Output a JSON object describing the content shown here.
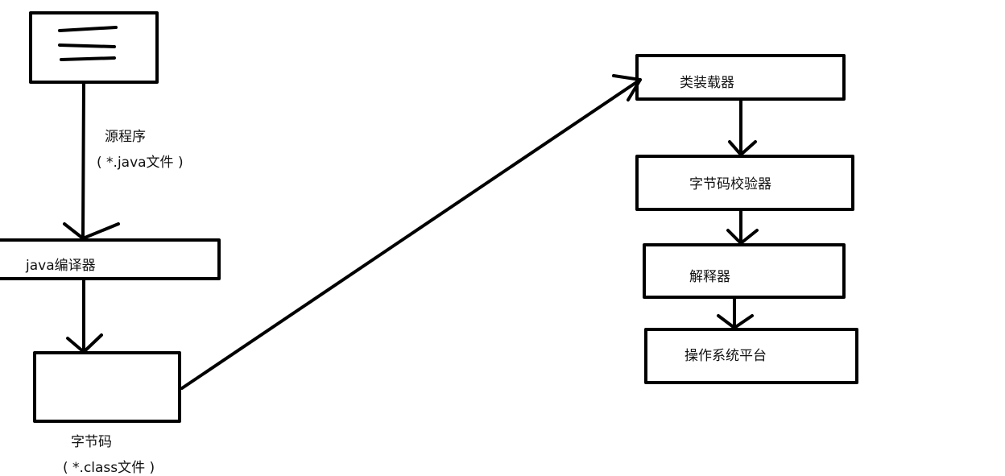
{
  "diagram": {
    "labels": {
      "source_program": "源程序",
      "source_file": "( *.java文件 )",
      "java_compiler": "java编译器",
      "bytecode": "字节码",
      "bytecode_file": "( *.class文件 )",
      "class_loader": "类装载器",
      "bytecode_verifier": "字节码校验器",
      "interpreter": "解释器",
      "os_platform": "操作系统平台"
    },
    "stroke_color": "#000000"
  }
}
